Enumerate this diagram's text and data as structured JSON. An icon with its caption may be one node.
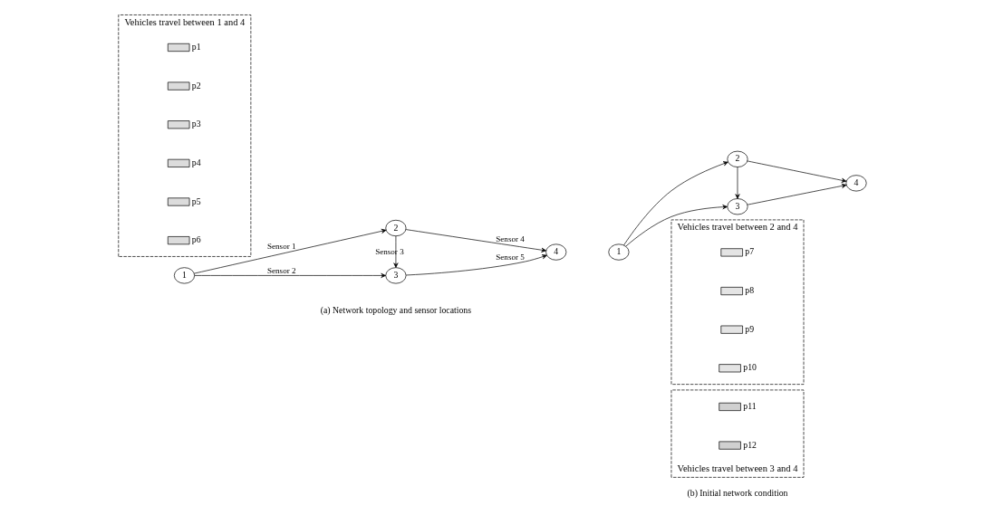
{
  "diagram": {
    "nodes": [
      {
        "text": [
          "1"
        ]
      },
      {
        "text": [
          "2"
        ]
      },
      {
        "text": [
          "3"
        ]
      },
      {
        "text": [
          "4"
        ]
      },
      {
        "text": [
          "1"
        ]
      },
      {
        "text": [
          "2"
        ]
      },
      {
        "text": [
          "3"
        ]
      },
      {
        "text": [
          "4"
        ]
      },
      {
        "text": [
          "Vehicles travel between 1 and 4"
        ]
      },
      {
        "text": [],
        "shape": "bar",
        "beside": [
          "p1"
        ],
        "in": 8
      },
      {
        "text": [],
        "shape": "bar",
        "beside": [
          "p2"
        ],
        "in": 8
      },
      {
        "text": [],
        "shape": "bar",
        "beside": [
          "p3"
        ],
        "in": 8
      },
      {
        "text": [],
        "shape": "bar",
        "beside": [
          "p4"
        ],
        "in": 8
      },
      {
        "text": [],
        "shape": "bar",
        "beside": [
          "p5"
        ],
        "in": 8
      },
      {
        "text": [],
        "shape": "bar",
        "beside": [
          "p6"
        ],
        "in": 8
      },
      {
        "text": [
          "Vehicles travel between 2 and 4"
        ]
      },
      {
        "text": [],
        "shape": "bar",
        "beside": [
          "p7"
        ],
        "in": 15
      },
      {
        "text": [],
        "shape": "bar",
        "beside": [
          "p8"
        ],
        "in": 15
      },
      {
        "text": [],
        "shape": "bar",
        "beside": [
          "p9"
        ],
        "in": 15
      },
      {
        "text": [],
        "shape": "bar",
        "beside": [
          "p10"
        ],
        "in": 15
      },
      {
        "text": [
          "Vehicles travel between 3 and 4"
        ]
      },
      {
        "text": [],
        "shape": "bar",
        "beside": [
          "p11"
        ],
        "in": 20
      },
      {
        "text": [],
        "shape": "bar",
        "beside": [
          "p12"
        ],
        "in": 20
      }
    ],
    "edges": [
      {
        "from": 0,
        "to": 1,
        "arrow": "to",
        "label": "Sensor 1"
      },
      {
        "from": 0,
        "to": 2,
        "arrow": "to",
        "label": "Sensor 2"
      },
      {
        "from": 1,
        "to": 2,
        "arrow": "to",
        "label": "Sensor 3"
      },
      {
        "from": 1,
        "to": 3,
        "arrow": "to",
        "label": "Sensor 4"
      },
      {
        "from": 2,
        "to": 3,
        "arrow": "to",
        "label": "Sensor 5"
      },
      {
        "from": 4,
        "to": 5,
        "arrow": "to"
      },
      {
        "from": 4,
        "to": 6,
        "arrow": "to"
      },
      {
        "from": 5,
        "to": 6,
        "arrow": "to"
      },
      {
        "from": 5,
        "to": 7,
        "arrow": "to"
      },
      {
        "from": 6,
        "to": 7,
        "arrow": "to"
      }
    ],
    "labels": [
      "(a) Network topology and sensor locations",
      "(b) Initial network condition"
    ]
  }
}
